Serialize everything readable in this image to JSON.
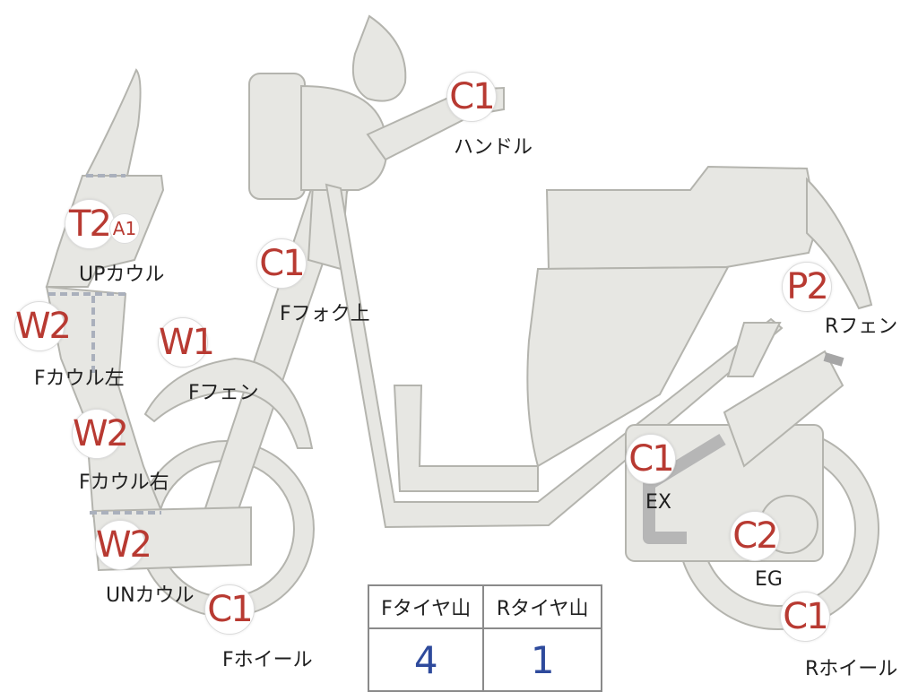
{
  "callouts": [
    {
      "id": "handle",
      "code": "C1",
      "label": "ハンドル"
    },
    {
      "id": "f-fork-upper",
      "code": "C1",
      "label": "Fフォク上"
    },
    {
      "id": "up-cowl",
      "code": "T2",
      "extra_code": "A1",
      "label": "UPカウル"
    },
    {
      "id": "f-cowl-left",
      "code": "W2",
      "label": "Fカウル左"
    },
    {
      "id": "f-fender",
      "code": "W1",
      "label": "Fフェン"
    },
    {
      "id": "f-cowl-right",
      "code": "W2",
      "label": "Fカウル右"
    },
    {
      "id": "un-cowl",
      "code": "W2",
      "label": "UNカウル"
    },
    {
      "id": "f-wheel",
      "code": "C1",
      "label": "Fホイール"
    },
    {
      "id": "r-fender",
      "code": "P2",
      "label": "Rフェン"
    },
    {
      "id": "exhaust",
      "code": "C1",
      "label": "EX"
    },
    {
      "id": "engine",
      "code": "C2",
      "label": "EG"
    },
    {
      "id": "r-wheel",
      "code": "C1",
      "label": "Rホイール"
    }
  ],
  "tire_table": {
    "headers": [
      "Fタイヤ山",
      "Rタイヤ山"
    ],
    "values": [
      "4",
      "1"
    ]
  },
  "colors": {
    "part_fill": "#e7e7e3",
    "part_stroke": "#b4b4ae",
    "code_text": "#b83a32",
    "value_text": "#2e4a9c"
  }
}
